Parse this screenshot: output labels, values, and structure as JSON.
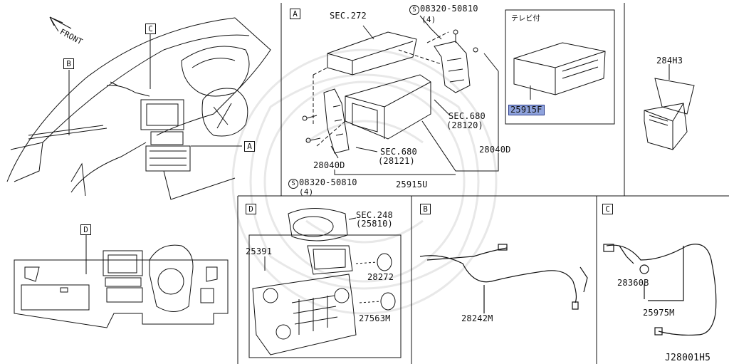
{
  "callouts": {
    "A": "A",
    "B": "B",
    "C": "C",
    "D": "D"
  },
  "overview": {
    "front_label": "FRONT"
  },
  "panel_a": {
    "sec_272": "SEC.272",
    "screw_top": "08320-50810",
    "screw_top_qty": "(4)",
    "sec_680_right": "SEC.680",
    "sec_680_right_num": "(28120)",
    "sec_680_left": "SEC.680",
    "sec_680_left_num": "(28121)",
    "bracket_left": "28040D",
    "bracket_right": "28040D",
    "screw_bottom": "08320-50810",
    "screw_bottom_qty": "(4)",
    "unit": "25915U"
  },
  "tv_box": {
    "title": "テレビ付",
    "part": "25915F"
  },
  "panel_284h3": {
    "part": "284H3"
  },
  "panel_d": {
    "sec_248": "SEC.248",
    "sec_248_num": "(25810)",
    "p25391": "25391",
    "p28272": "28272",
    "p27563m": "27563M"
  },
  "panel_b": {
    "part": "28242M"
  },
  "panel_c": {
    "p28360b": "28360B",
    "p25975m": "25975M"
  },
  "footer": {
    "drawing_no": "J28001H5"
  },
  "colors": {
    "line": "#111111",
    "highlight": "#8fa3dd",
    "watermark": "#e6e6e6"
  }
}
